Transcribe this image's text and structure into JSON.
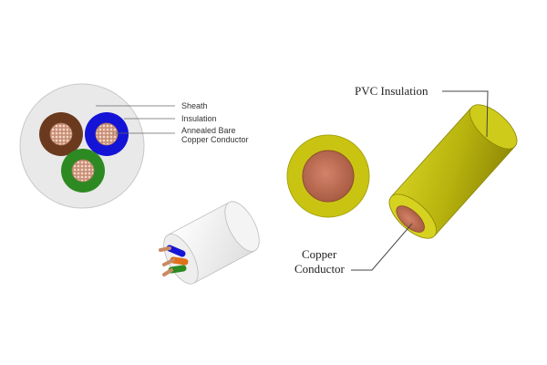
{
  "three_core_cross_section": {
    "labels": {
      "sheath": "Sheath",
      "insulation": "Insulation",
      "conductor_line1": "Annealed Bare",
      "conductor_line2": "Copper Conductor"
    },
    "core_colors": [
      "brown",
      "blue",
      "green"
    ]
  },
  "single_core_cable": {
    "labels": {
      "insulation": "PVC Insulation",
      "conductor_line1": "Copper",
      "conductor_line2": "Conductor"
    },
    "insulation_color": "yellow"
  },
  "colors": {
    "brown": "#6b3a1e",
    "blue": "#1414d6",
    "green": "#2d8a22",
    "yellow_insulation": "#c9c412",
    "copper": "#c07055",
    "sheath": "#e9e9e9"
  }
}
